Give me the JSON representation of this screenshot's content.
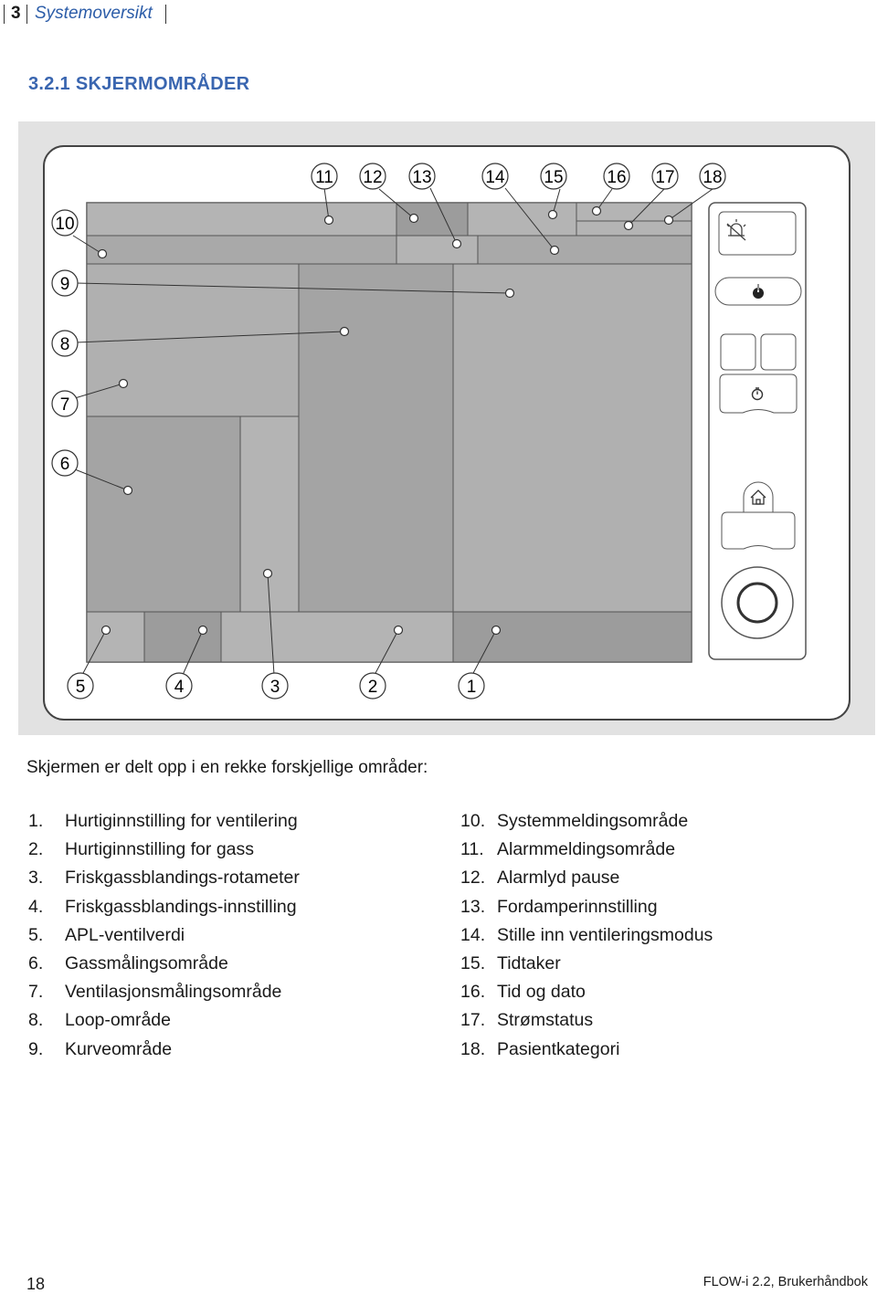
{
  "header": {
    "chapter": "3",
    "section": "Systemoversikt"
  },
  "section_title": "3.2.1 SKJERMOMRÅDER",
  "figure": {
    "callouts_top": [
      "11",
      "12",
      "13",
      "14",
      "15",
      "16",
      "17",
      "18"
    ],
    "callouts_left": [
      "10",
      "9",
      "8",
      "7",
      "6"
    ],
    "callouts_bottom": [
      "5",
      "4",
      "3",
      "2",
      "1"
    ]
  },
  "intro": "Skjermen er delt opp i en rekke forskjellige områder:",
  "areas_left": [
    {
      "num": "1.",
      "label": "Hurtiginnstilling for ventilering"
    },
    {
      "num": "2.",
      "label": "Hurtiginnstilling for gass"
    },
    {
      "num": "3.",
      "label": "Friskgassblandings-rotameter"
    },
    {
      "num": "4.",
      "label": "Friskgassblandings-innstilling"
    },
    {
      "num": "5.",
      "label": "APL-ventilverdi"
    },
    {
      "num": "6.",
      "label": "Gassmålingsområde"
    },
    {
      "num": "7.",
      "label": "Ventilasjonsmålingsområde"
    },
    {
      "num": "8.",
      "label": "Loop-område"
    },
    {
      "num": "9.",
      "label": "Kurveområde"
    }
  ],
  "areas_right": [
    {
      "num": "10.",
      "label": "Systemmeldingsområde"
    },
    {
      "num": "11.",
      "label": "Alarmmeldingsområde"
    },
    {
      "num": "12.",
      "label": "Alarmlyd pause"
    },
    {
      "num": "13.",
      "label": "Fordamperinnstilling"
    },
    {
      "num": "14.",
      "label": "Stille inn ventileringsmodus"
    },
    {
      "num": "15.",
      "label": "Tidtaker"
    },
    {
      "num": "16.",
      "label": "Tid og dato"
    },
    {
      "num": "17.",
      "label": "Strømstatus"
    },
    {
      "num": "18.",
      "label": "Pasientkategori"
    }
  ],
  "footer": {
    "page": "18",
    "doc": "FLOW-i 2.2, Brukerhåndbok"
  }
}
